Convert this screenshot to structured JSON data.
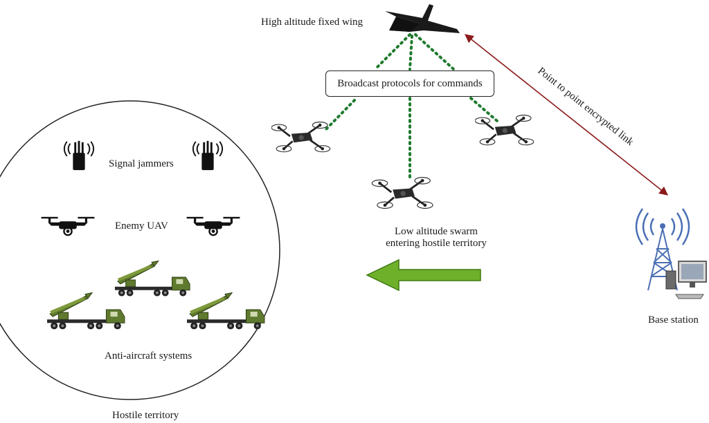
{
  "labels": {
    "fixed_wing": "High altitude fixed wing",
    "broadcast": "Broadcast protocols for commands",
    "p2p_link": "Point to point encrypted  link",
    "swarm_line1": "Low altitude swarm",
    "swarm_line2": "entering hostile territory",
    "base_station": "Base station",
    "signal_jammers": "Signal jammers",
    "enemy_uav": "Enemy UAV",
    "anti_aircraft": "Anti-aircraft systems",
    "hostile_territory": "Hostile territory"
  },
  "colors": {
    "dotted_link": "#1f7a2e",
    "p2p_arrow": "#8b1a1a",
    "big_arrow_fill": "#6fb02b",
    "big_arrow_stroke": "#3f7a12",
    "vehicle_green": "#5f7a2e",
    "tower_blue": "#4a6fb5"
  },
  "icons": {
    "aircraft": "fixed-wing-uav-icon",
    "swarm_drone": "quadcopter-icon",
    "jammer": "signal-jammer-icon",
    "enemy_drone": "enemy-drone-icon",
    "launcher": "missile-launcher-truck-icon",
    "tower": "radio-tower-icon",
    "computer": "computer-icon"
  }
}
